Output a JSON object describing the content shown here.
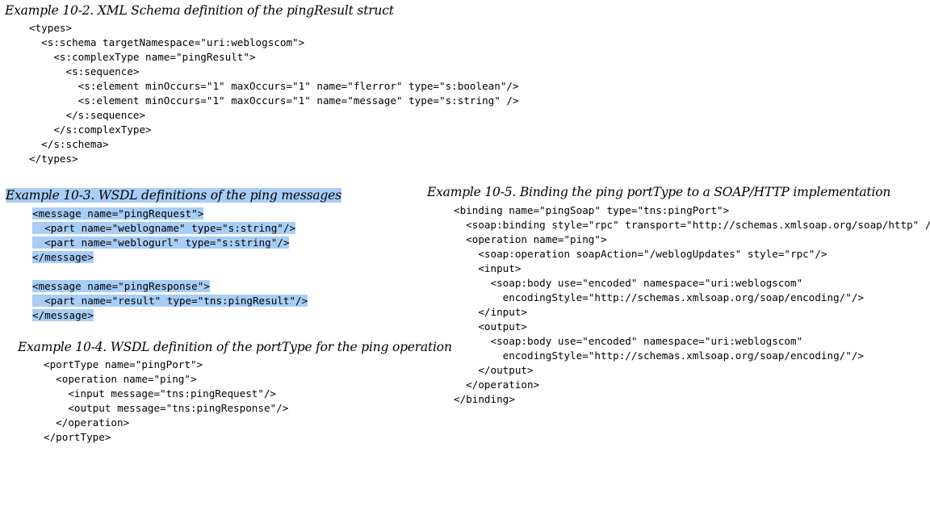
{
  "examples": [
    {
      "id": "ex2",
      "caption": "Example 10-2. XML Schema definition of the pingResult struct",
      "highlighted": false,
      "lines": [
        "<types>",
        "  <s:schema targetNamespace=\"uri:weblogscom\">",
        "    <s:complexType name=\"pingResult\">",
        "      <s:sequence>",
        "        <s:element minOccurs=\"1\" maxOccurs=\"1\" name=\"flerror\" type=\"s:boolean\"/>",
        "        <s:element minOccurs=\"1\" maxOccurs=\"1\" name=\"message\" type=\"s:string\" />",
        "      </s:sequence>",
        "    </s:complexType>",
        "  </s:schema>",
        "</types>"
      ]
    },
    {
      "id": "ex3",
      "caption": "Example 10-3. WSDL definitions of the ping messages",
      "highlighted": true,
      "lines": [
        "<message name=\"pingRequest\">",
        "  <part name=\"weblogname\" type=\"s:string\"/>",
        "  <part name=\"weblogurl\" type=\"s:string\"/>",
        "</message>",
        "",
        "<message name=\"pingResponse\">",
        "  <part name=\"result\" type=\"tns:pingResult\"/>",
        "</message>"
      ]
    },
    {
      "id": "ex4",
      "caption": "Example 10-4. WSDL definition of the portType for the ping operation",
      "highlighted": false,
      "lines": [
        "<portType name=\"pingPort\">",
        "  <operation name=\"ping\">",
        "    <input message=\"tns:pingRequest\"/>",
        "    <output message=\"tns:pingResponse\"/>",
        "  </operation>",
        "</portType>"
      ]
    },
    {
      "id": "ex5",
      "caption": "Example 10-5. Binding the ping portType to a SOAP/HTTP implementation",
      "highlighted": false,
      "lines": [
        "<binding name=\"pingSoap\" type=\"tns:pingPort\">",
        "  <soap:binding style=\"rpc\" transport=\"http://schemas.xmlsoap.org/soap/http\" />",
        "  <operation name=\"ping\">",
        "    <soap:operation soapAction=\"/weblogUpdates\" style=\"rpc\"/>",
        "    <input>",
        "      <soap:body use=\"encoded\" namespace=\"uri:weblogscom\"",
        "        encodingStyle=\"http://schemas.xmlsoap.org/soap/encoding/\"/>",
        "    </input>",
        "    <output>",
        "      <soap:body use=\"encoded\" namespace=\"uri:weblogscom\"",
        "        encodingStyle=\"http://schemas.xmlsoap.org/soap/encoding/\"/>",
        "    </output>",
        "  </operation>",
        "</binding>"
      ]
    }
  ]
}
